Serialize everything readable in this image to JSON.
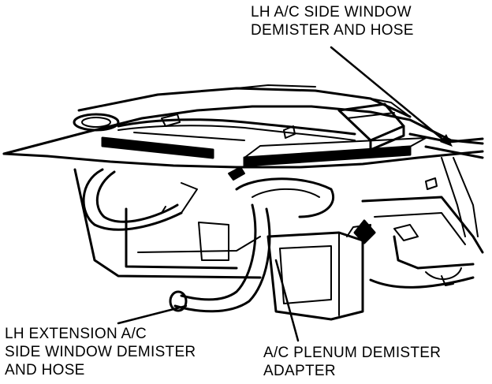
{
  "labels": {
    "top": {
      "lines": [
        "LH A/C SIDE WINDOW",
        "DEMISTER AND HOSE"
      ]
    },
    "left": {
      "lines": [
        "LH EXTENSION A/C",
        "SIDE WINDOW DEMISTER",
        "AND HOSE"
      ]
    },
    "right": {
      "lines": [
        "A/C PLENUM DEMISTER",
        "ADAPTER"
      ]
    }
  },
  "colors": {
    "ink": "#000000",
    "paper": "#ffffff"
  }
}
